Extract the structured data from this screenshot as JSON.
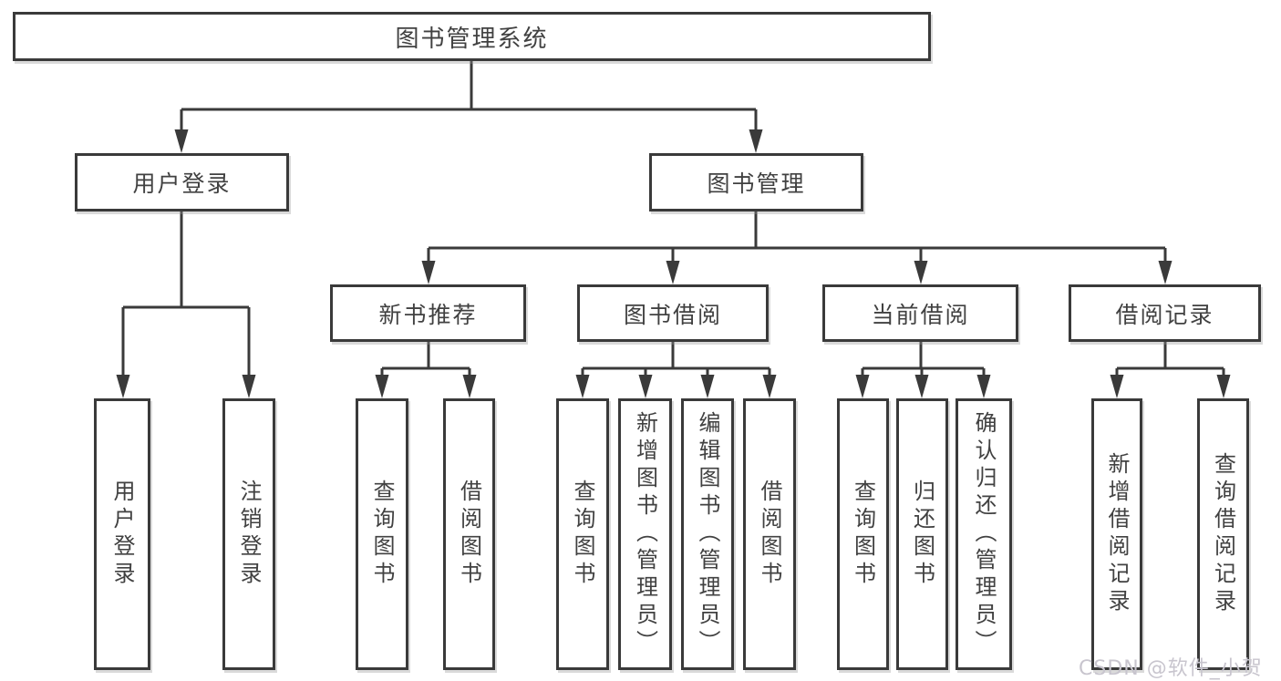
{
  "colors": {
    "line": "#3a3a3a",
    "text": "#414141",
    "background": "#ffffff",
    "watermark": "#c8c5ce"
  },
  "watermark": {
    "text": "CSDN @软件_小贺同学"
  },
  "tree": {
    "root": {
      "label": "图书管理系统",
      "children": [
        {
          "label": "用户登录",
          "children": [
            {
              "label": "用户登录"
            },
            {
              "label": "注销登录"
            }
          ]
        },
        {
          "label": "图书管理",
          "children": [
            {
              "label": "新书推荐",
              "children": [
                {
                  "label": "查询图书"
                },
                {
                  "label": "借阅图书"
                }
              ]
            },
            {
              "label": "图书借阅",
              "children": [
                {
                  "label": "查询图书"
                },
                {
                  "label": "新增图书（管理员）"
                },
                {
                  "label": "编辑图书（管理员）"
                },
                {
                  "label": "借阅图书"
                }
              ]
            },
            {
              "label": "当前借阅",
              "children": [
                {
                  "label": "查询图书"
                },
                {
                  "label": "归还图书"
                },
                {
                  "label": "确认归还（管理员）"
                }
              ]
            },
            {
              "label": "借阅记录",
              "children": [
                {
                  "label": "新增借阅记录"
                },
                {
                  "label": "查询借阅记录"
                }
              ]
            }
          ]
        }
      ]
    }
  }
}
